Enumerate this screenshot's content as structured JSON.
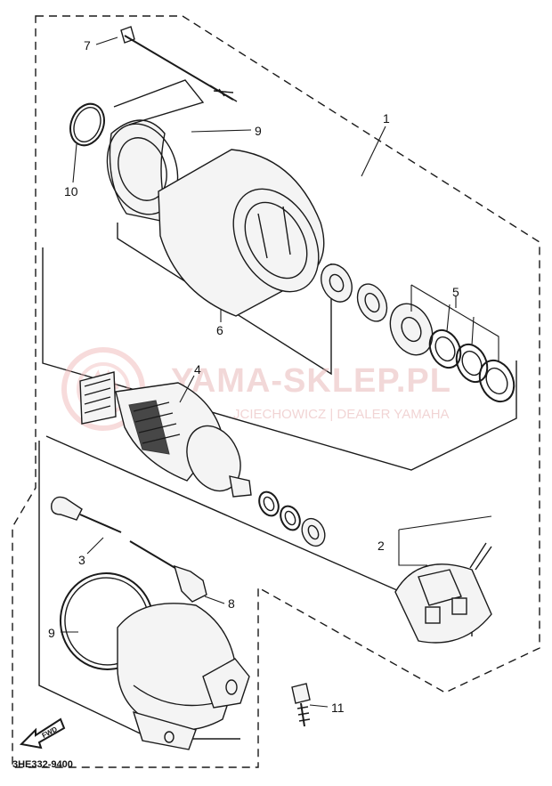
{
  "watermark": {
    "title": "YAMA-SKLEP.PL",
    "subtitle": "JCIECHOWICZ | DEALER YAMAHA"
  },
  "diagram_code": "3HE332-9400",
  "fwd_arrow_text": "FWD",
  "callouts": [
    {
      "id": "7",
      "label": "7"
    },
    {
      "id": "9-top",
      "label": "9"
    },
    {
      "id": "1",
      "label": "1"
    },
    {
      "id": "10",
      "label": "10"
    },
    {
      "id": "5",
      "label": "5"
    },
    {
      "id": "6",
      "label": "6"
    },
    {
      "id": "4",
      "label": "4"
    },
    {
      "id": "2",
      "label": "2"
    },
    {
      "id": "3",
      "label": "3"
    },
    {
      "id": "8",
      "label": "8"
    },
    {
      "id": "9-bottom",
      "label": "9"
    },
    {
      "id": "11",
      "label": "11"
    }
  ]
}
